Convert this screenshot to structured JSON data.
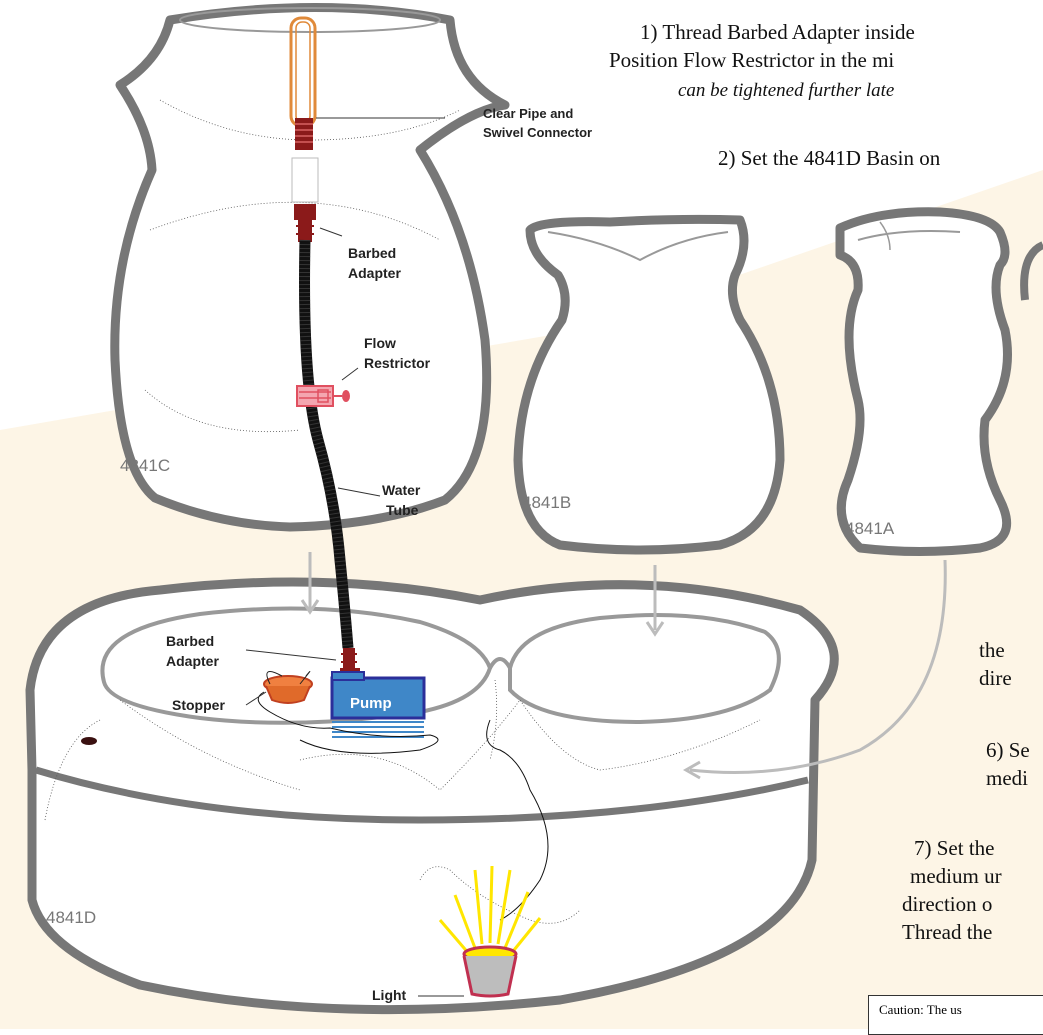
{
  "steps": [
    "1) Thread Barbed Adapter inside",
    "Position Flow Restrictor in the mi",
    "can be tightened further late",
    "2) Set the 4841D Basin on",
    "the",
    "dire",
    "6) Se",
    "medi",
    "7) Set the",
    "medium ur",
    "direction o",
    "Thread the"
  ],
  "labels": {
    "clear_pipe": [
      "Clear Pipe and",
      "Swivel Connector"
    ],
    "barbed_adapter_top": [
      "Barbed",
      "Adapter"
    ],
    "flow_restrictor": [
      "Flow",
      "Restrictor"
    ],
    "water_tube": [
      "Water",
      "Tube"
    ],
    "barbed_adapter_bottom": [
      "Barbed",
      "Adapter"
    ],
    "stopper": "Stopper",
    "pump": "Pump",
    "light": "Light"
  },
  "parts": {
    "c": "4841C",
    "b": "4841B",
    "a": "4841A",
    "d": "4841D"
  },
  "caution": "Caution:  The us",
  "colors": {
    "outline": "#7a7a7a",
    "background_tint": "#fdf5e6",
    "pipe": "#e08a3a",
    "adapter": "#8b1a1a",
    "tube": "#111111",
    "restrictor": "#e05060",
    "pump_fill": "#2f6fb5",
    "stopper": "#e06a2a",
    "light_rays": "#ffe600"
  }
}
